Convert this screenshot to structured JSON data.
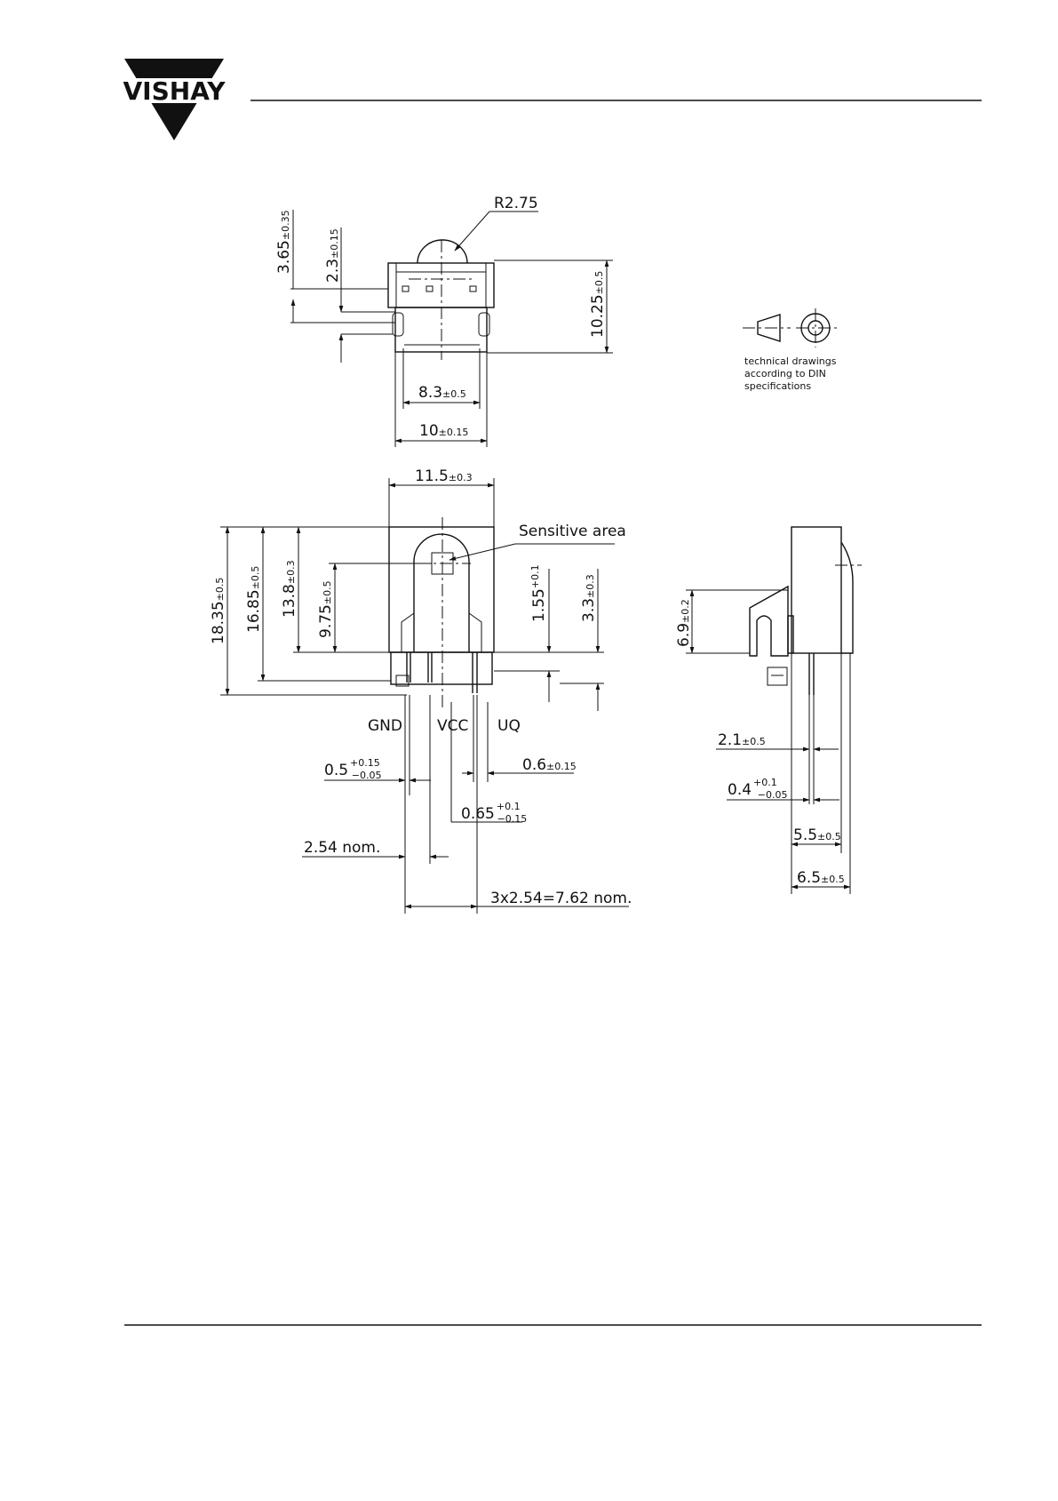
{
  "brand": {
    "logo_text": "VISHAY"
  },
  "top_view": {
    "r_label": "R2.75",
    "height_365": "3.65",
    "height_365_tol": "±0.35",
    "height_23": "2.3",
    "height_23_tol": "±0.15",
    "height_1025": "10.25",
    "height_1025_tol": "±0.5",
    "width_83": "8.3",
    "width_83_tol": "±0.5",
    "width_10": "10",
    "width_10_tol": "±0.15"
  },
  "din_note": {
    "line1": "technical drawings",
    "line2": "according to DIN",
    "line3": "specifications"
  },
  "front_view": {
    "width_115": "11.5",
    "width_115_tol": "±0.3",
    "sensitive_area": "Sensitive area",
    "h_1835": "18.35",
    "h_1835_tol": "±0.5",
    "h_1685": "16.85",
    "h_1685_tol": "±0.5",
    "h_138": "13.8",
    "h_138_tol": "±0.3",
    "h_975": "9.75",
    "h_975_tol": "±0.5",
    "h_155": "1.55",
    "h_155_tol": "+0.1",
    "h_33": "3.3",
    "h_33_tol": "±0.3",
    "pin_gnd": "GND",
    "pin_vcc": "VCC",
    "pin_uq": "UQ",
    "pin_05": "0.5",
    "pin_05_tol_up": "+0.15",
    "pin_05_tol_dn": "−0.05",
    "pin_06": "0.6",
    "pin_06_tol": "±0.15",
    "pin_065": "0.65",
    "pin_065_tol_up": "+0.1",
    "pin_065_tol_dn": "−0.15",
    "pitch_254": "2.54 nom.",
    "pitch_762": "3x2.54=7.62 nom."
  },
  "side_view": {
    "h_69": "6.9",
    "h_69_tol": "±0.2",
    "w_21": "2.1",
    "w_21_tol": "±0.5",
    "w_04": "0.4",
    "w_04_tol_up": "+0.1",
    "w_04_tol_dn": "−0.05",
    "w_55": "5.5",
    "w_55_tol": "±0.5",
    "w_65": "6.5",
    "w_65_tol": "±0.5"
  }
}
